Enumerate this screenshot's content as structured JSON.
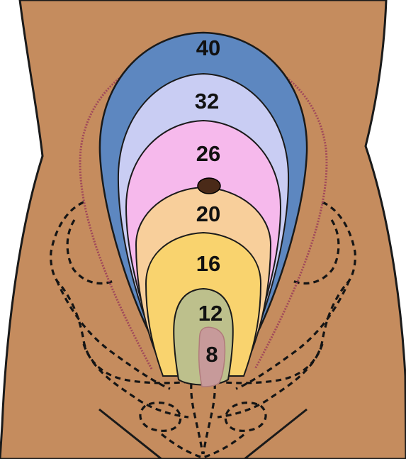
{
  "colors": {
    "background": "#ffffff",
    "skin": "#c58c5e",
    "outline": "#1a1a1a",
    "umbilicus": "#4a2a18",
    "pelvis_dashed": "#151515",
    "abdomen_dotted": "#a0485a"
  },
  "fundal_levels": [
    {
      "weeks": "40",
      "color": "#5d87c0"
    },
    {
      "weeks": "32",
      "color": "#c9cdf3"
    },
    {
      "weeks": "26",
      "color": "#f6b9ec"
    },
    {
      "weeks": "20",
      "color": "#f8cf9b"
    },
    {
      "weeks": "16",
      "color": "#f9d36e"
    },
    {
      "weeks": "12",
      "color": "#bdc08c"
    },
    {
      "weeks": "8",
      "color": "#c79a9a"
    }
  ]
}
